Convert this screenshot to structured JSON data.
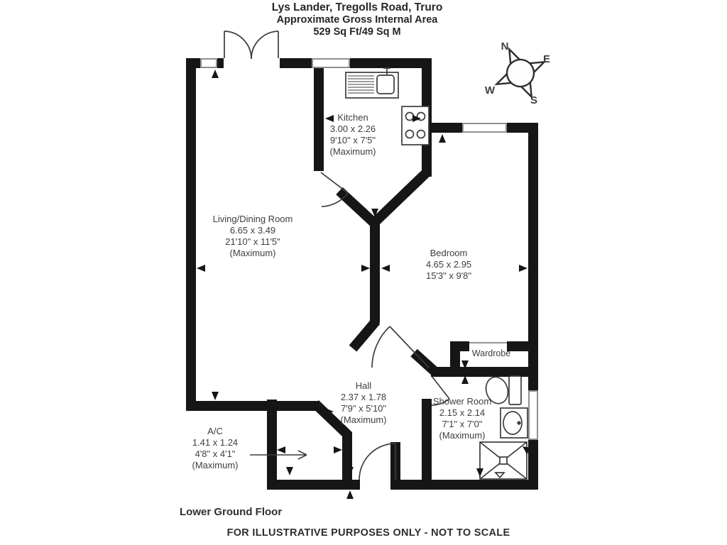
{
  "title": {
    "line1": "Lys Lander, Tregolls Road, Truro",
    "line2": "Approximate Gross Internal Area",
    "line3": "529 Sq Ft/49 Sq M"
  },
  "compass": {
    "n": "N",
    "e": "E",
    "s": "S",
    "w": "W"
  },
  "rooms": {
    "kitchen": {
      "name": "Kitchen",
      "metric": "3.00 x 2.26",
      "imperial": "9'10\" x 7'5\"",
      "note": "(Maximum)"
    },
    "living": {
      "name": "Living/Dining Room",
      "metric": "6.65 x 3.49",
      "imperial": "21'10\" x 11'5\"",
      "note": "(Maximum)"
    },
    "bedroom": {
      "name": "Bedroom",
      "metric": "4.65 x 2.95",
      "imperial": "15'3\" x 9'8\""
    },
    "hall": {
      "name": "Hall",
      "metric": "2.37 x 1.78",
      "imperial": "7'9\" x 5'10\"",
      "note": "(Maximum)"
    },
    "shower": {
      "name": "Shower Room",
      "metric": "2.15 x 2.14",
      "imperial": "7'1\" x 7'0\"",
      "note": "(Maximum)"
    },
    "ac": {
      "name": "A/C",
      "metric": "1.41 x 1.24",
      "imperial": "4'8\" x 4'1\"",
      "note": "(Maximum)"
    },
    "wardrobe": {
      "name": "Wardrobe"
    }
  },
  "fixtures": {
    "kitchen": [
      "sink-drainer",
      "hob"
    ],
    "shower_room": [
      "toilet",
      "wash-basin",
      "shower-tray"
    ],
    "bedroom": [
      "wardrobe-sliding-door"
    ]
  },
  "footer": {
    "floor": "Lower Ground Floor",
    "disclaimer": "FOR ILLUSTRATIVE PURPOSES ONLY - NOT TO SCALE"
  },
  "colors": {
    "wall": "#161616",
    "line": "#3c3c3c",
    "window": "#8f8f8f",
    "text": "#3e3e3e"
  }
}
